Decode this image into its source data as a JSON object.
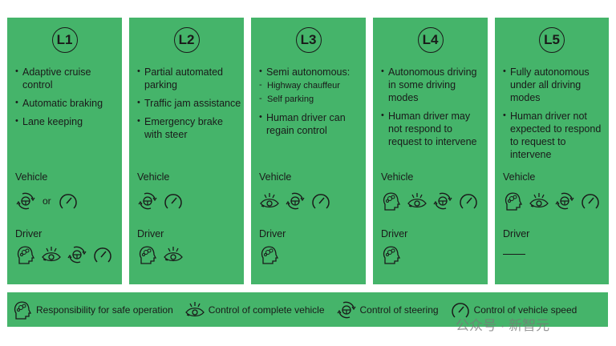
{
  "levels": [
    {
      "badge": "L1",
      "items": [
        "Adaptive cruise control",
        "Automatic braking",
        "Lane keeping"
      ],
      "vehicle_label": "Vehicle",
      "vehicle_or": "or",
      "driver_label": "Driver"
    },
    {
      "badge": "L2",
      "items": [
        "Partial automated parking",
        "Traffic jam assistance",
        "Emergency brake with steer"
      ],
      "vehicle_label": "Vehicle",
      "driver_label": "Driver"
    },
    {
      "badge": "L3",
      "items": [
        "Semi autonomous:",
        "Highway chauffeur",
        "Self parking",
        "Human driver can regain control"
      ],
      "vehicle_label": "Vehicle",
      "driver_label": "Driver"
    },
    {
      "badge": "L4",
      "items": [
        "Autonomous driving in some driving modes",
        "Human driver may not respond to request to intervene"
      ],
      "vehicle_label": "Vehicle",
      "driver_label": "Driver"
    },
    {
      "badge": "L5",
      "items": [
        "Fully autonomous under all driving modes",
        "Human driver not expected to respond to request to intervene"
      ],
      "vehicle_label": "Vehicle",
      "driver_label": "Driver"
    }
  ],
  "legend": {
    "responsibility": "Responsibility for safe operation",
    "complete": "Control of complete vehicle",
    "steering": "Control of steering",
    "speed": "Control of vehicle speed"
  },
  "watermark": "公众号 · 新智元",
  "colors": {
    "panel": "#45b46a",
    "ink": "#1a1a1a"
  }
}
